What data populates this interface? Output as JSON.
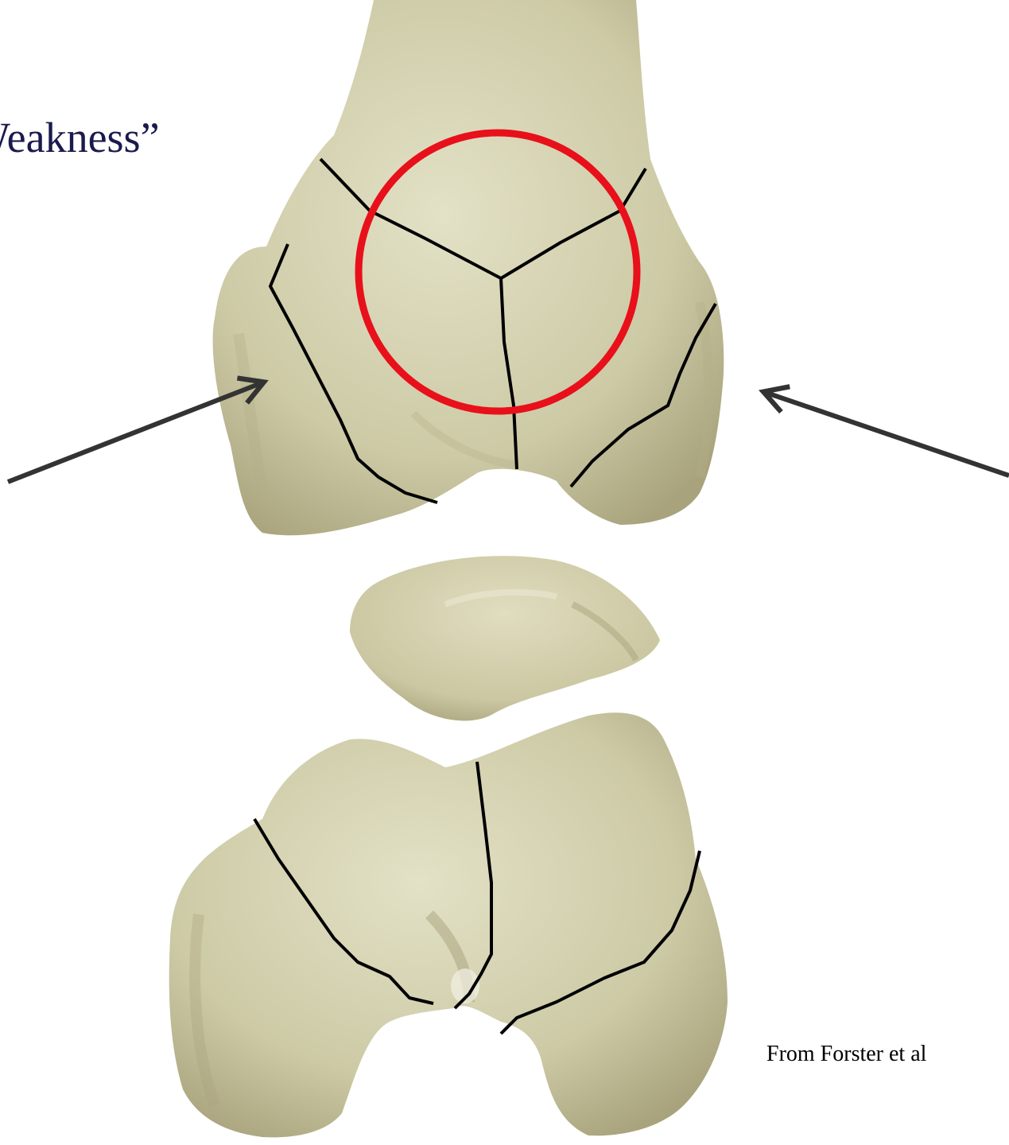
{
  "heading": "Weakness”",
  "citation": "From Forster et al",
  "colors": {
    "bone": "#cdcaa6",
    "bone_shadow": "#a8a37c",
    "bone_highlight": "#e3e1c6",
    "highlight_circle": "#e8101a",
    "lines": "#000000",
    "arrows": "#333333"
  },
  "icons": {
    "femur": "femur-bone-illustration",
    "patella": "patella-bone-illustration",
    "tibia": "tibia-bone-illustration",
    "circle": "red-highlight-circle",
    "arrow_left": "arrow-pointing-up-right",
    "arrow_right": "arrow-pointing-up-left"
  }
}
